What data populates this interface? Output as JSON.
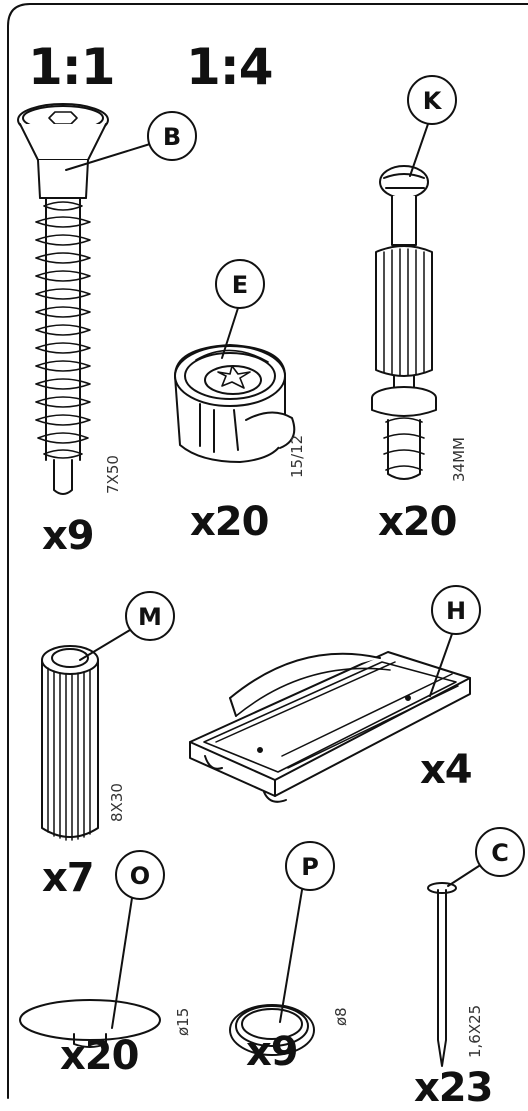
{
  "scales": [
    "1:1",
    "1:4"
  ],
  "parts": [
    {
      "label": "B",
      "quantity": "x9",
      "dimension": "7X50"
    },
    {
      "label": "E",
      "quantity": "x20",
      "dimension": "15/12"
    },
    {
      "label": "K",
      "quantity": "x20",
      "dimension": "34MM"
    },
    {
      "label": "M",
      "quantity": "x7",
      "dimension": "8X30"
    },
    {
      "label": "H",
      "quantity": "x4",
      "dimension": ""
    },
    {
      "label": "C",
      "quantity": "x23",
      "dimension": "1,6X25"
    },
    {
      "label": "O",
      "quantity": "x20",
      "dimension": "ø15"
    },
    {
      "label": "P",
      "quantity": "x9",
      "dimension": "ø8"
    }
  ]
}
